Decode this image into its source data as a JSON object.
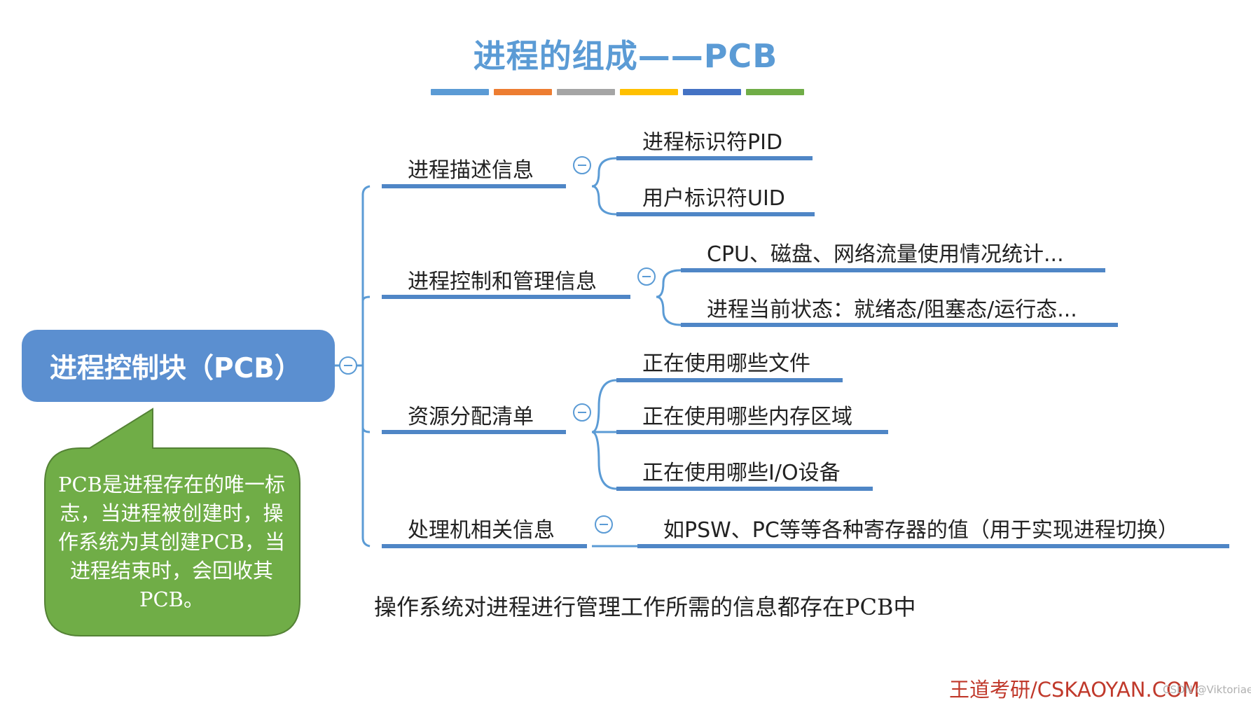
{
  "title": "进程的组成——PCB",
  "color_bar": [
    "#5b9bd5",
    "#ed7d31",
    "#a5a5a5",
    "#ffc000",
    "#4472c4",
    "#70ad47"
  ],
  "root": {
    "label": "进程控制块（PCB）"
  },
  "branches": [
    {
      "label": "进程描述信息",
      "children": [
        "进程标识符PID",
        "用户标识符UID"
      ]
    },
    {
      "label": "进程控制和管理信息",
      "children": [
        "CPU、磁盘、网络流量使用情况统计...",
        "进程当前状态：就绪态/阻塞态/运行态..."
      ]
    },
    {
      "label": "资源分配清单",
      "children": [
        "正在使用哪些文件",
        "正在使用哪些内存区域",
        "正在使用哪些I/O设备"
      ]
    },
    {
      "label": "处理机相关信息",
      "children": [
        "如PSW、PC等等各种寄存器的值（用于实现进程切换）"
      ]
    }
  ],
  "callout": "PCB是进程存在的唯一标志，当进程被创建时，操作系统为其创建PCB，当进程结束时，会回收其PCB。",
  "summary": "操作系统对进程进行管理工作所需的信息都存在PCB中",
  "brand": "王道考研/CSKAOYAN.COM",
  "watermark": "CSDN @Viktoriae",
  "colors": {
    "accent": "#5b9bd5",
    "root_fill": "#5b8fd0",
    "callout_fill": "#70ad47",
    "brand": "#c0392b"
  }
}
